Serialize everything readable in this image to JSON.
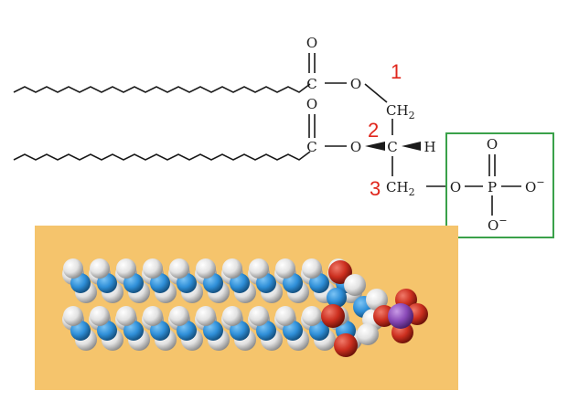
{
  "structure": {
    "atoms": {
      "carbonyl_o_1": "O",
      "carbonyl_c_1": "C",
      "ester_o_1": "O",
      "ch2_1": "CH2",
      "carbonyl_o_2": "O",
      "carbonyl_c_2": "C",
      "ester_o_2": "O",
      "c_center": "C",
      "h_center": "H",
      "ch2_3": "CH2",
      "phos_o_link": "O",
      "phos_p": "P",
      "phos_o_top": "O",
      "phos_o_right": "O",
      "phos_o_bottom": "O",
      "minus": "−"
    },
    "carbon_numbers": [
      "1",
      "2",
      "3"
    ]
  },
  "colors": {
    "highlight_box": "#3aa14a",
    "carbon_labels": "#e0261c",
    "model_background": "#f5c46c",
    "carbon_atom": "#2f8fd8",
    "hydrogen_atom": "#e6e6e6",
    "oxygen_atom": "#cc2f1f",
    "phosphorus_atom": "#8a4ab8"
  }
}
